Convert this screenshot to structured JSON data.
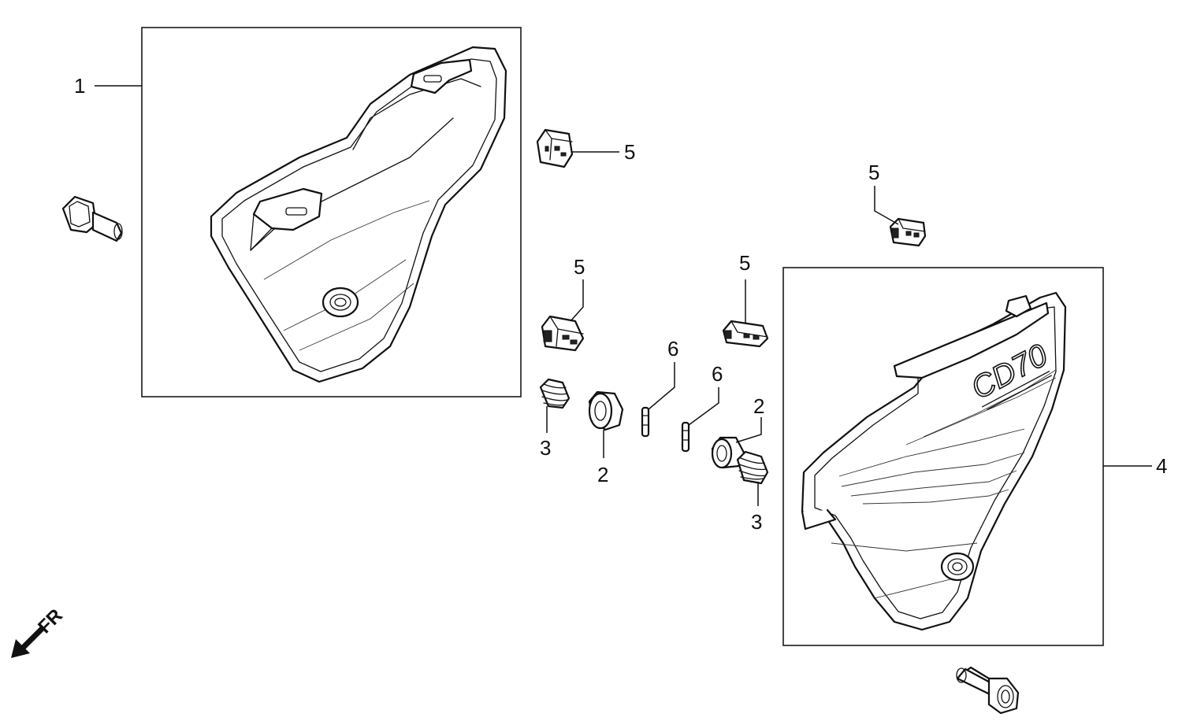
{
  "callouts": {
    "part_1": "1",
    "part_2_left": "2",
    "part_2_right": "2",
    "part_3_left": "3",
    "part_3_right": "3",
    "part_4": "4",
    "part_5_top_left": "5",
    "part_5_top_right": "5",
    "part_5_mid_left": "5",
    "part_5_mid_right": "5",
    "part_6_left": "6",
    "part_6_right": "6"
  },
  "orientation": {
    "label": "FR"
  },
  "cover_logo": {
    "text": "CD70"
  }
}
